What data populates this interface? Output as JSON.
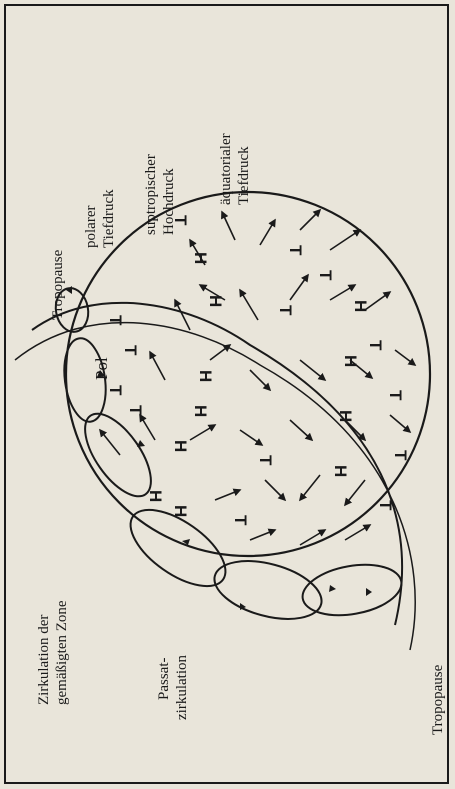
{
  "labels": {
    "tropopause_top": "Tropopause",
    "pol": "Pol",
    "polar_low_1": "polarer",
    "polar_low_2": "Tiefdruck",
    "subtropical_high_1": "suptropischer",
    "subtropical_high_2": "Hochdruck",
    "equatorial_low_1": "äquatorialer",
    "equatorial_low_2": "Tiefdruck",
    "tropopause_bottom": "Tropopause",
    "zone_circ_1": "Zirkulation der",
    "zone_circ_2": "gemäßigten Zone",
    "trade_circ_1": "Passat-",
    "trade_circ_2": "zirkulation"
  },
  "symbols": {
    "high": "H",
    "low": "T"
  },
  "colors": {
    "paper": "#e9e5da",
    "ink": "#1a1a1a"
  }
}
